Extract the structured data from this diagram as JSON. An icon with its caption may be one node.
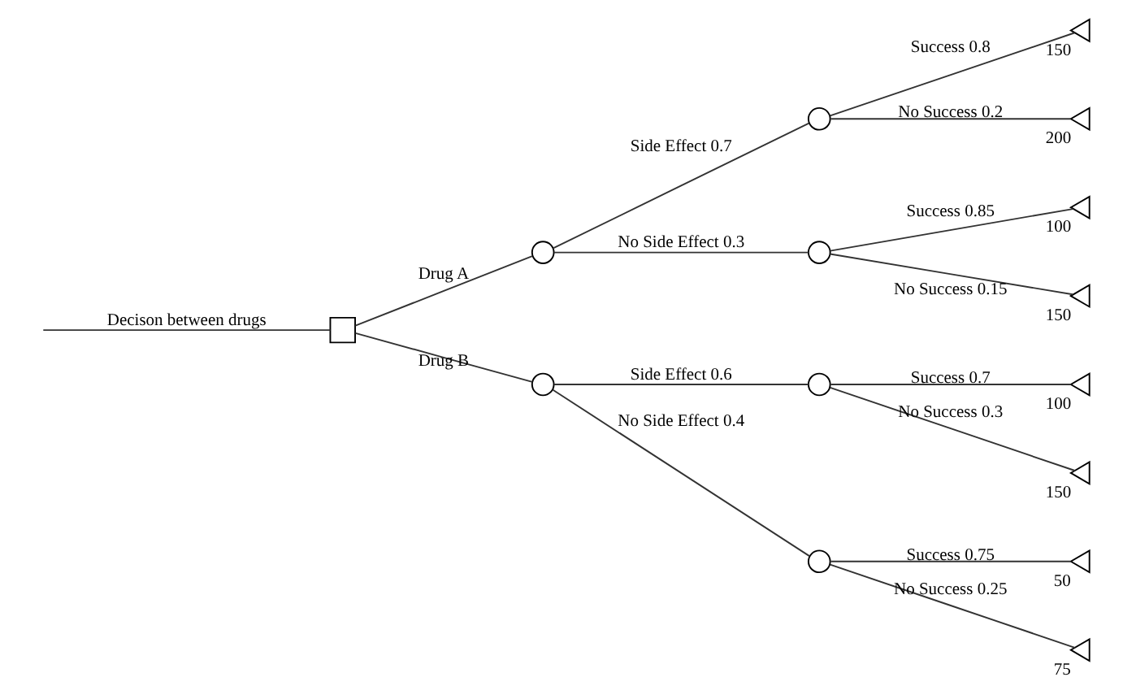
{
  "diagram": {
    "nodes": [
      {
        "text": [],
        "shape": "box"
      },
      {
        "text": [],
        "shape": "circle"
      },
      {
        "text": [],
        "shape": "circle"
      },
      {
        "text": [],
        "shape": "circle"
      },
      {
        "text": [],
        "shape": "circle"
      },
      {
        "text": [],
        "shape": "circle"
      },
      {
        "text": [],
        "shape": "circle"
      },
      {
        "text": [],
        "shape": "triangle",
        "beside": [
          "150"
        ]
      },
      {
        "text": [],
        "shape": "triangle",
        "beside": [
          "200"
        ]
      },
      {
        "text": [],
        "shape": "triangle",
        "beside": [
          "100"
        ]
      },
      {
        "text": [],
        "shape": "triangle",
        "beside": [
          "150"
        ]
      },
      {
        "text": [],
        "shape": "triangle",
        "beside": [
          "100"
        ]
      },
      {
        "text": [],
        "shape": "triangle",
        "beside": [
          "150"
        ]
      },
      {
        "text": [],
        "shape": "triangle",
        "beside": [
          "50"
        ]
      },
      {
        "text": [],
        "shape": "triangle",
        "beside": [
          "75"
        ]
      }
    ],
    "edges": [
      {
        "from": null,
        "to": 0,
        "arrow": "none",
        "label": "Decison between drugs"
      },
      {
        "from": 0,
        "to": 1,
        "arrow": "none",
        "label": "Drug A"
      },
      {
        "from": 0,
        "to": 2,
        "arrow": "none",
        "label": "Drug B"
      },
      {
        "from": 1,
        "to": 3,
        "arrow": "none",
        "label": "Side Effect 0.7"
      },
      {
        "from": 1,
        "to": 4,
        "arrow": "none",
        "label": "No Side Effect 0.3"
      },
      {
        "from": 2,
        "to": 5,
        "arrow": "none",
        "label": "Side Effect 0.6"
      },
      {
        "from": 2,
        "to": 6,
        "arrow": "none",
        "label": "No Side Effect 0.4"
      },
      {
        "from": 3,
        "to": 7,
        "arrow": "none",
        "label": "Success 0.8"
      },
      {
        "from": 3,
        "to": 8,
        "arrow": "none",
        "label": "No Success 0.2"
      },
      {
        "from": 4,
        "to": 9,
        "arrow": "none",
        "label": "Success 0.85"
      },
      {
        "from": 4,
        "to": 10,
        "arrow": "none",
        "label": "No Success 0.15"
      },
      {
        "from": 5,
        "to": 11,
        "arrow": "none",
        "label": "Success 0.7"
      },
      {
        "from": 5,
        "to": 12,
        "arrow": "none",
        "label": "No Success 0.3"
      },
      {
        "from": 6,
        "to": 13,
        "arrow": "none",
        "label": "Success 0.75"
      },
      {
        "from": 6,
        "to": 14,
        "arrow": "none",
        "label": "No Success 0.25"
      }
    ]
  }
}
